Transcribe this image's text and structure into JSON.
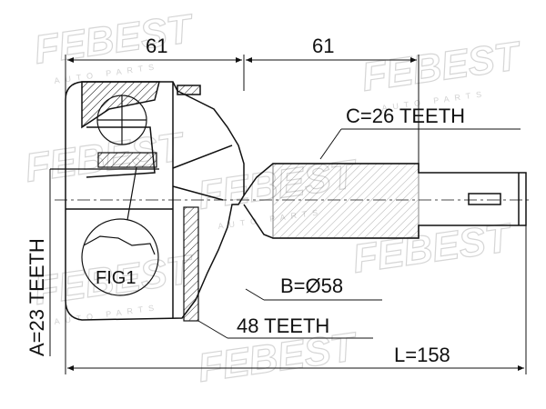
{
  "diagram": {
    "dimensions": {
      "left_length": "61",
      "right_length": "61",
      "total_length": "L=158",
      "spline_outer": "C=26 TEETH",
      "spline_inner": "A=23 TEETH",
      "diameter": "B=Ø58",
      "abs_ring": "48 TEETH",
      "figure_label": "FIG1"
    },
    "watermark": {
      "brand": "FEBEST",
      "sub": "AUTO PARTS"
    },
    "colors": {
      "line": "#111111",
      "watermark": "#d6d6d6"
    }
  }
}
